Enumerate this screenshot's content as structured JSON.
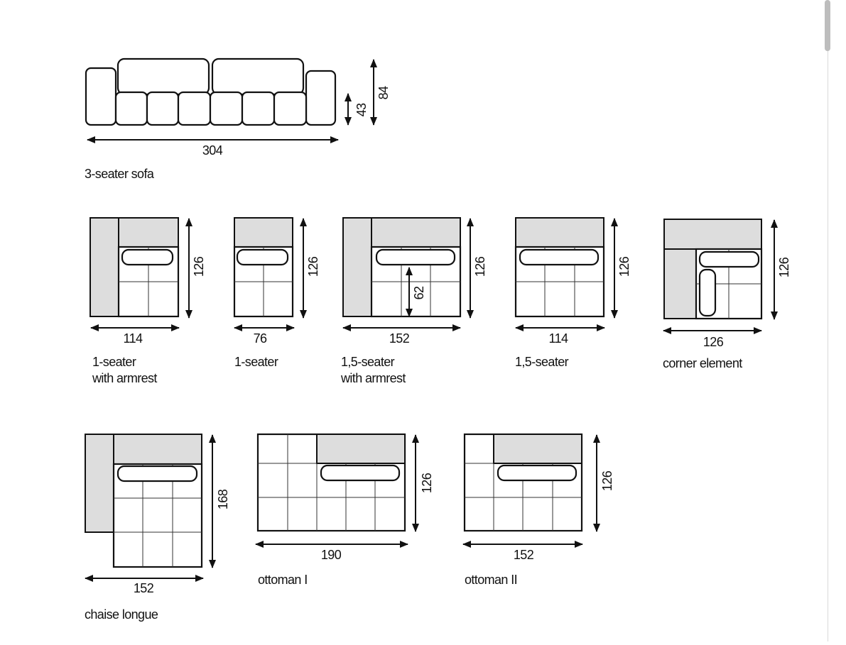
{
  "colors": {
    "stroke": "#111111",
    "fill_grey": "#dddddd",
    "background": "#ffffff"
  },
  "sofa": {
    "width": "304",
    "seat_height": "43",
    "total_height": "84",
    "caption": "3-seater sofa"
  },
  "modules": [
    {
      "width": "114",
      "depth": "126",
      "caption_lines": [
        "1-seater",
        "with armrest"
      ]
    },
    {
      "width": "76",
      "depth": "126",
      "caption_lines": [
        "1-seater"
      ]
    },
    {
      "width": "152",
      "depth": "126",
      "inner": "62",
      "caption_lines": [
        "1,5-seater",
        "with armrest"
      ]
    },
    {
      "width": "114",
      "depth": "126",
      "caption_lines": [
        "1,5-seater"
      ]
    },
    {
      "width": "126",
      "depth": "126",
      "caption_lines": [
        "corner element"
      ]
    }
  ],
  "bottom_modules": [
    {
      "width": "152",
      "depth": "168",
      "caption_lines": [
        "chaise longue"
      ]
    },
    {
      "width": "190",
      "depth": "126",
      "caption_lines": [
        "ottoman I"
      ]
    },
    {
      "width": "152",
      "depth": "126",
      "caption_lines": [
        "ottoman II"
      ]
    }
  ],
  "scrollbar": {
    "position": "top"
  }
}
